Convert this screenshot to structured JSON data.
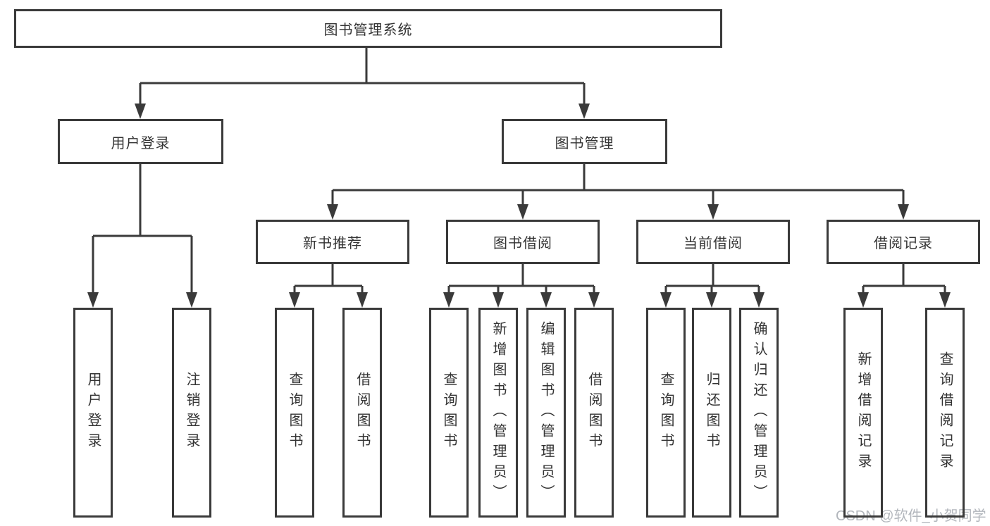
{
  "tree": {
    "root": "图书管理系统",
    "branches": [
      {
        "label": "用户登录",
        "children": [
          "用户登录",
          "注销登录"
        ]
      },
      {
        "label": "图书管理",
        "groups": [
          {
            "label": "新书推荐",
            "children": [
              "查询图书",
              "借阅图书"
            ]
          },
          {
            "label": "图书借阅",
            "children": [
              "查询图书",
              "新增图书（管理员）",
              "编辑图书（管理员）",
              "借阅图书"
            ]
          },
          {
            "label": "当前借阅",
            "children": [
              "查询图书",
              "归还图书",
              "确认归还（管理员）"
            ]
          },
          {
            "label": "借阅记录",
            "children": [
              "新增借阅记录",
              "查询借阅记录"
            ]
          }
        ]
      }
    ]
  },
  "watermark": "CSDN @软件_小贺同学",
  "colors": {
    "line": "#3a3a3a",
    "text": "#333333",
    "background": "#ffffff",
    "watermark": "#b2b6bc"
  }
}
